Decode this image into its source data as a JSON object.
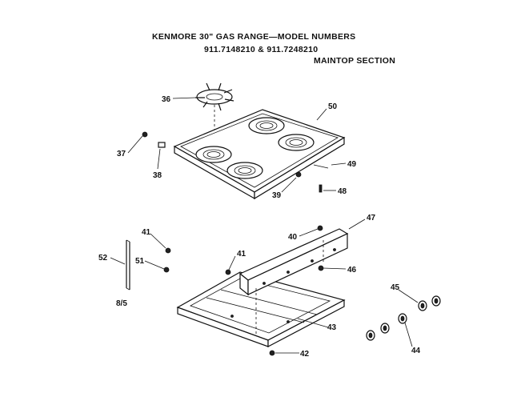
{
  "header": {
    "line1": "KENMORE 30\" GAS RANGE—MODEL NUMBERS",
    "line2": "911.7148210 & 911.7248210",
    "line3": "MAINTOP SECTION"
  },
  "callouts": {
    "c36": "36",
    "c50": "50",
    "c37": "37",
    "c38": "38",
    "c49": "49",
    "c39": "39",
    "c48": "48",
    "c47": "47",
    "c40": "40",
    "c41a": "41",
    "c52": "52",
    "c51": "51",
    "c41b": "41",
    "c46": "46",
    "c45": "45",
    "c43": "43",
    "c44": "44",
    "c42": "42",
    "c85": "8/5"
  }
}
